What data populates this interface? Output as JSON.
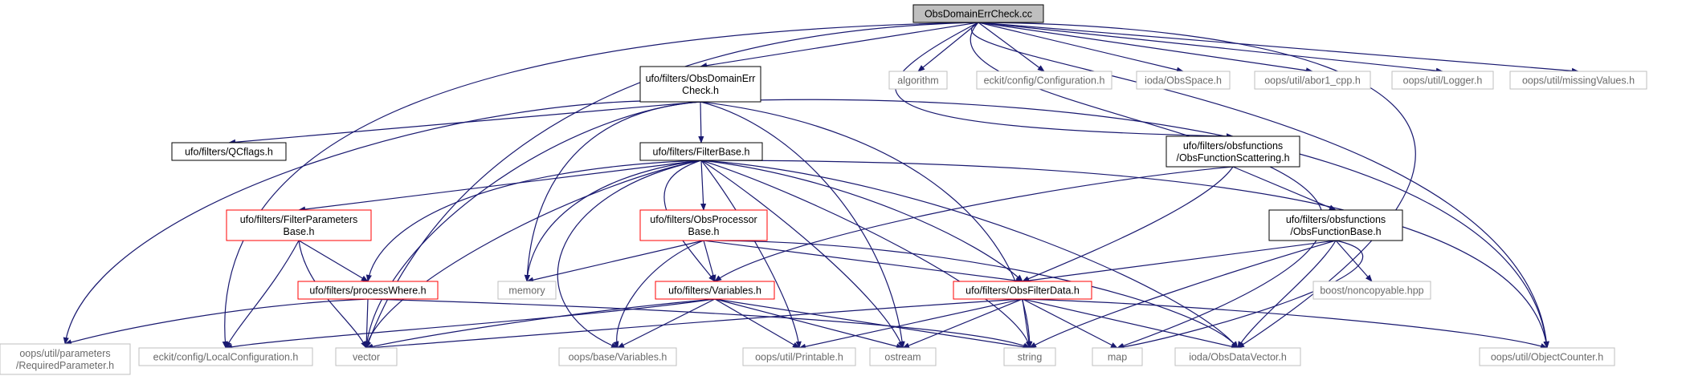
{
  "diagram": {
    "colors": {
      "edge": "#191970",
      "root_fill": "#bfbfbf",
      "border_black": "#000000",
      "border_red": "#ff0000",
      "border_gray": "#bfbfbf"
    },
    "nodes": {
      "root": {
        "lines": [
          "ObsDomainErrCheck.cc"
        ],
        "style": "root"
      },
      "obsdomainerr": {
        "lines": [
          "ufo/filters/ObsDomainErr",
          "Check.h"
        ],
        "style": "black"
      },
      "algorithm": {
        "lines": [
          "algorithm"
        ],
        "style": "gray"
      },
      "configuration": {
        "lines": [
          "eckit/config/Configuration.h"
        ],
        "style": "gray"
      },
      "obsspace": {
        "lines": [
          "ioda/ObsSpace.h"
        ],
        "style": "gray"
      },
      "abor1": {
        "lines": [
          "oops/util/abor1_cpp.h"
        ],
        "style": "gray"
      },
      "logger": {
        "lines": [
          "oops/util/Logger.h"
        ],
        "style": "gray"
      },
      "missingvalues": {
        "lines": [
          "oops/util/missingValues.h"
        ],
        "style": "gray"
      },
      "qcflags": {
        "lines": [
          "ufo/filters/QCflags.h"
        ],
        "style": "black"
      },
      "filterbase": {
        "lines": [
          "ufo/filters/FilterBase.h"
        ],
        "style": "black"
      },
      "scattering": {
        "lines": [
          "ufo/filters/obsfunctions",
          "/ObsFunctionScattering.h"
        ],
        "style": "black"
      },
      "filterparams": {
        "lines": [
          "ufo/filters/FilterParameters",
          "Base.h"
        ],
        "style": "red"
      },
      "obsprocessor": {
        "lines": [
          "ufo/filters/ObsProcessor",
          "Base.h"
        ],
        "style": "red"
      },
      "obsfunctionbase": {
        "lines": [
          "ufo/filters/obsfunctions",
          "/ObsFunctionBase.h"
        ],
        "style": "black"
      },
      "memory": {
        "lines": [
          "memory"
        ],
        "style": "gray"
      },
      "processwhere": {
        "lines": [
          "ufo/filters/processWhere.h"
        ],
        "style": "red"
      },
      "variables": {
        "lines": [
          "ufo/filters/Variables.h"
        ],
        "style": "red"
      },
      "obsfilterdata": {
        "lines": [
          "ufo/filters/ObsFilterData.h"
        ],
        "style": "red"
      },
      "noncopyable": {
        "lines": [
          "boost/noncopyable.hpp"
        ],
        "style": "gray"
      },
      "requiredparam": {
        "lines": [
          "oops/util/parameters",
          "/RequiredParameter.h"
        ],
        "style": "gray"
      },
      "localconfig": {
        "lines": [
          "eckit/config/LocalConfiguration.h"
        ],
        "style": "gray"
      },
      "vector": {
        "lines": [
          "vector"
        ],
        "style": "gray"
      },
      "basevariables": {
        "lines": [
          "oops/base/Variables.h"
        ],
        "style": "gray"
      },
      "printable": {
        "lines": [
          "oops/util/Printable.h"
        ],
        "style": "gray"
      },
      "ostream": {
        "lines": [
          "ostream"
        ],
        "style": "gray"
      },
      "string": {
        "lines": [
          "string"
        ],
        "style": "gray"
      },
      "map": {
        "lines": [
          "map"
        ],
        "style": "gray"
      },
      "obsdatavector": {
        "lines": [
          "ioda/ObsDataVector.h"
        ],
        "style": "gray"
      },
      "objectcounter": {
        "lines": [
          "oops/util/ObjectCounter.h"
        ],
        "style": "gray"
      }
    }
  }
}
